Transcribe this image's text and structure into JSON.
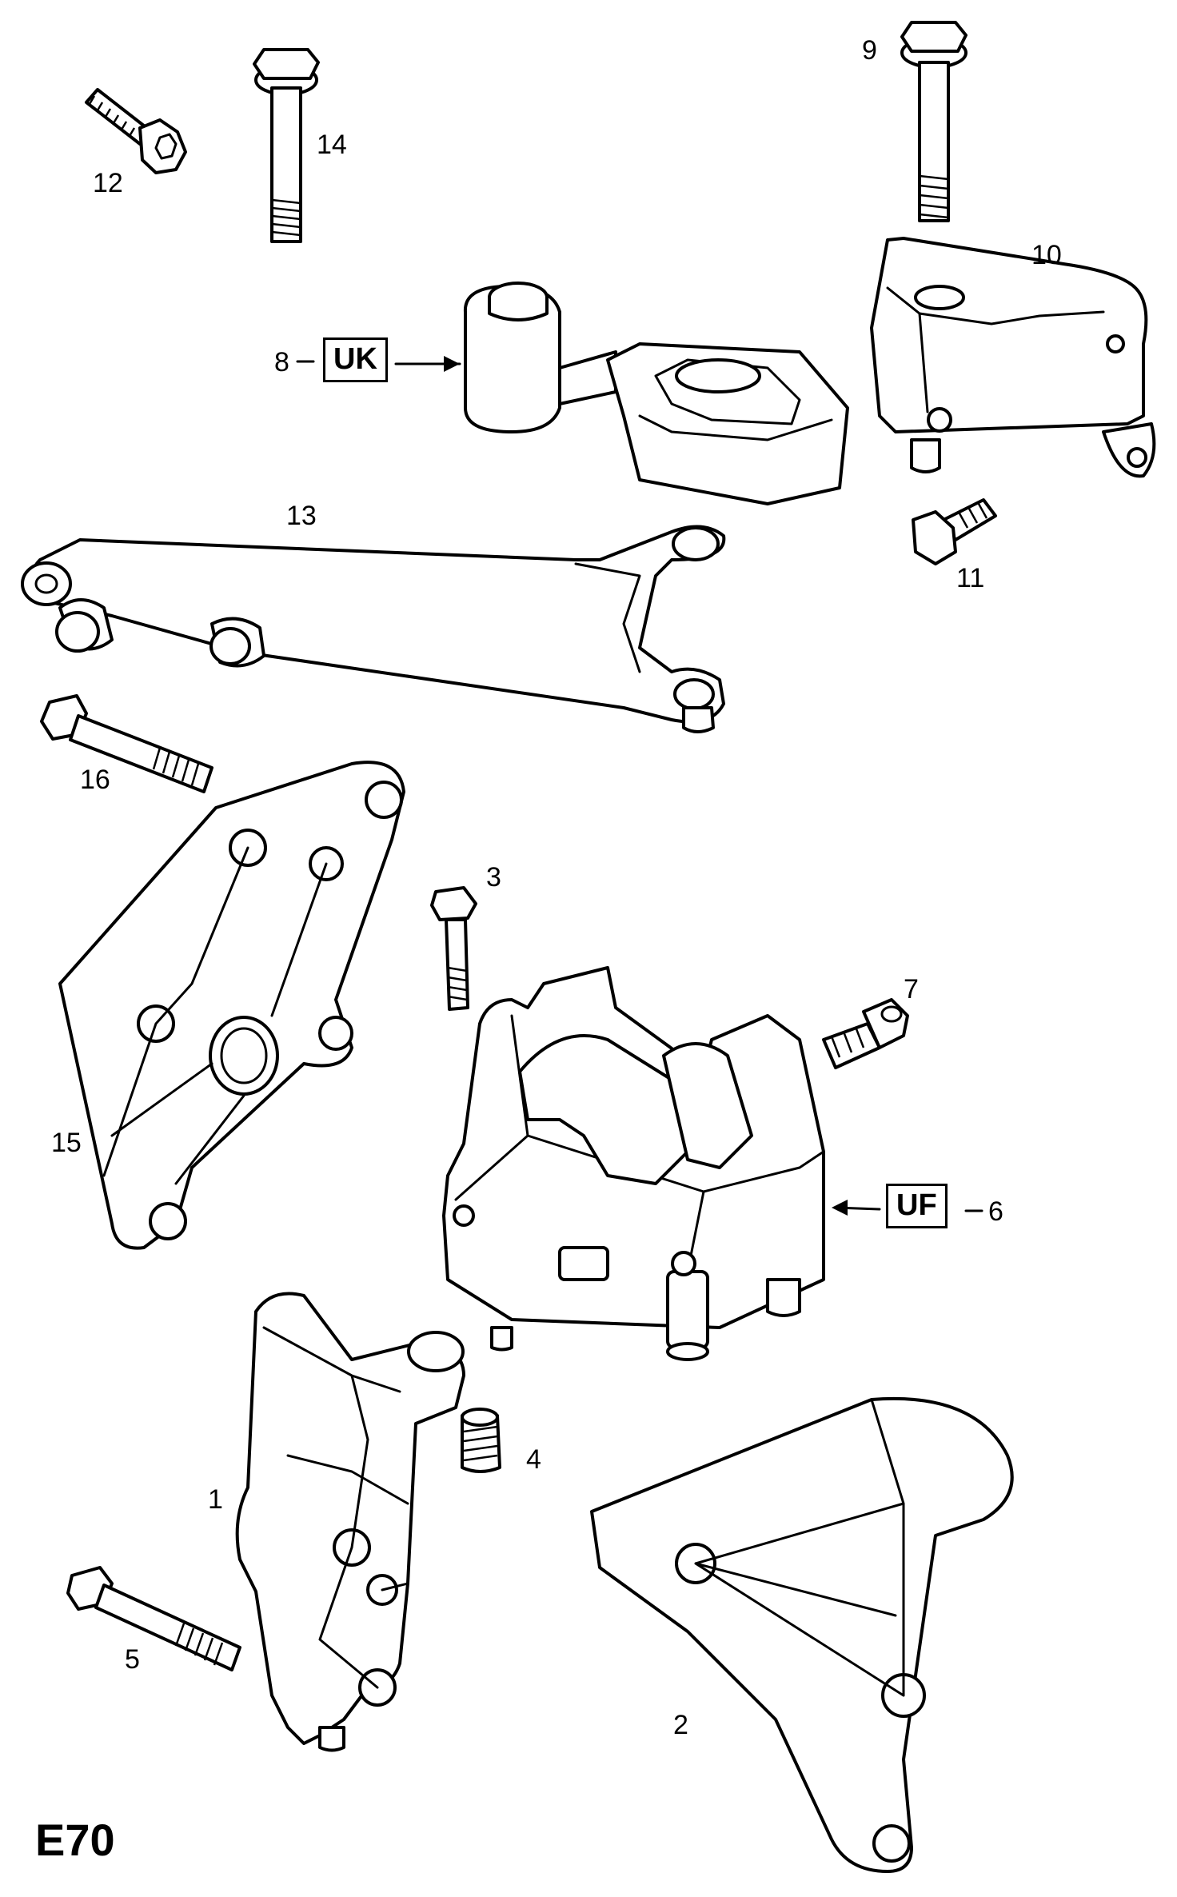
{
  "figure_code": "E70",
  "callouts": [
    {
      "id": "1",
      "text": "1"
    },
    {
      "id": "2",
      "text": "2"
    },
    {
      "id": "3",
      "text": "3"
    },
    {
      "id": "4",
      "text": "4"
    },
    {
      "id": "5",
      "text": "5"
    },
    {
      "id": "6",
      "text": "6"
    },
    {
      "id": "7",
      "text": "7"
    },
    {
      "id": "8",
      "text": "8"
    },
    {
      "id": "9",
      "text": "9"
    },
    {
      "id": "10",
      "text": "10"
    },
    {
      "id": "11",
      "text": "11"
    },
    {
      "id": "12",
      "text": "12"
    },
    {
      "id": "13",
      "text": "13"
    },
    {
      "id": "14",
      "text": "14"
    },
    {
      "id": "15",
      "text": "15"
    },
    {
      "id": "16",
      "text": "16"
    }
  ],
  "variant_boxes": {
    "uk": "UK",
    "uf": "UF"
  }
}
